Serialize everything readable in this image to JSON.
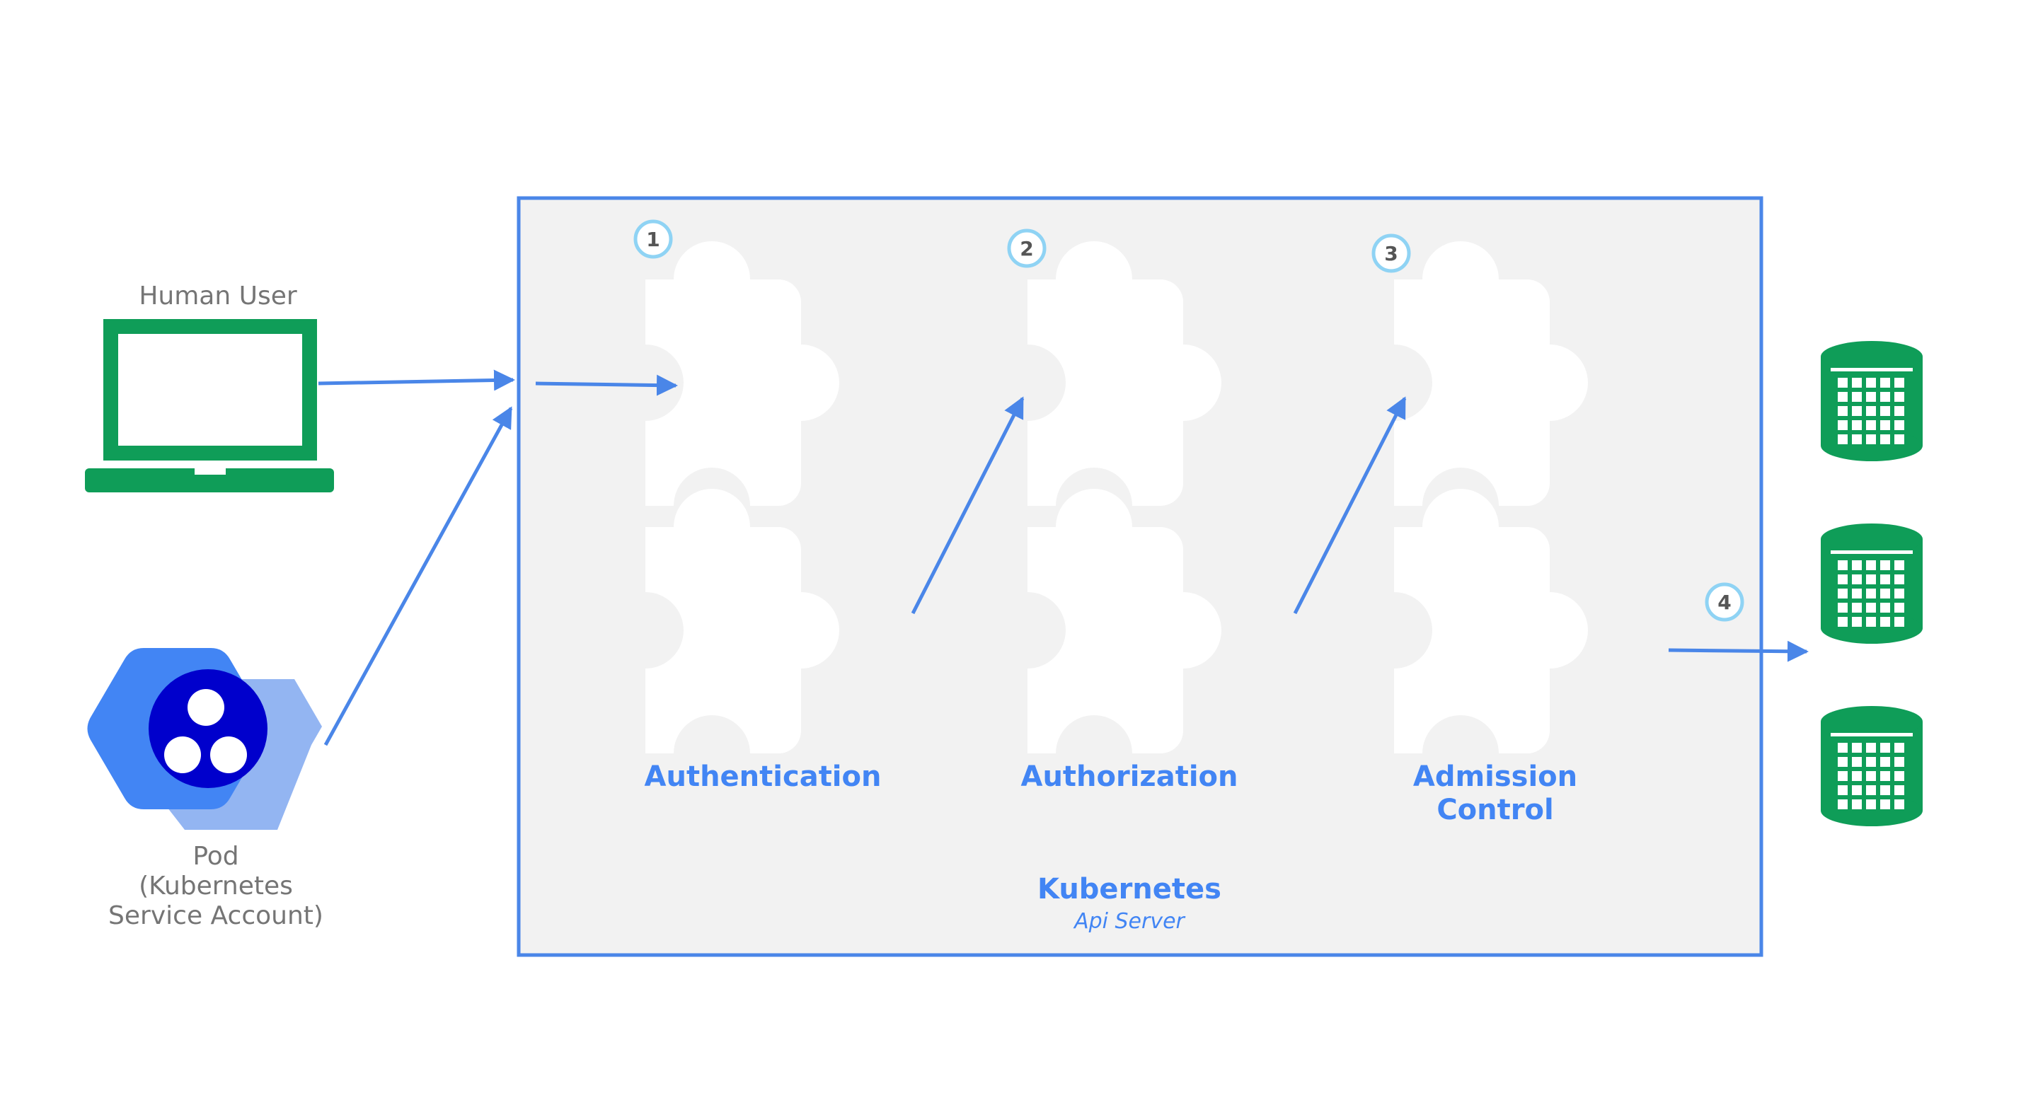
{
  "actors": {
    "human_user": {
      "label": "Human User",
      "icon": "laptop-icon"
    },
    "pod": {
      "label_lines": [
        "Pod",
        "(Kubernetes",
        "Service Account)"
      ],
      "icon": "kubernetes-pod-hexagon-icon"
    }
  },
  "api_server": {
    "title": "Kubernetes",
    "subtitle": "Api Server",
    "stages": [
      {
        "step": "1",
        "label_lines": [
          "Authentication"
        ]
      },
      {
        "step": "2",
        "label_lines": [
          "Authorization"
        ]
      },
      {
        "step": "3",
        "label_lines": [
          "Admission",
          "Control"
        ]
      }
    ]
  },
  "storage": {
    "step": "4",
    "icon": "database-icon",
    "count": 3
  },
  "colors": {
    "accent_blue": "#4285f4",
    "arrow_blue": "#4a86e8",
    "green": "#0f9d58",
    "box_bg": "#f2f2f2",
    "puzzle": "#ffffff",
    "step_ring": "#8fd3f4",
    "pod_dark": "#0000cc"
  }
}
